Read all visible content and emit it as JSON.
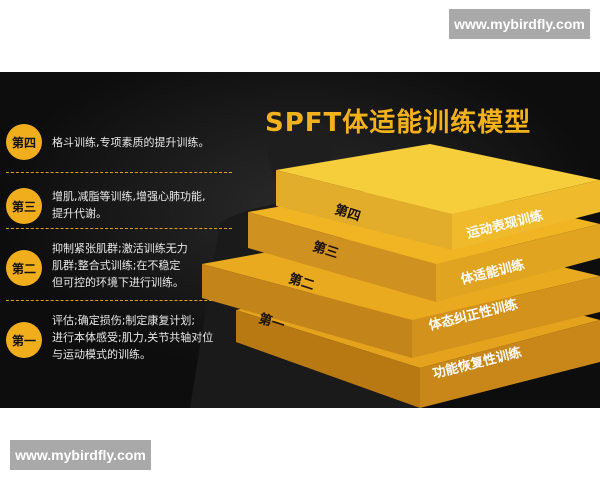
{
  "watermark": {
    "top": "www.mybirdfly.com",
    "bottom": "www.mybirdfly.com"
  },
  "poster": {
    "title": "SPFT体适能训练模型",
    "steps": [
      {
        "badge": "第四",
        "lines": [
          "格斗训练,专项素质的提升训练。"
        ]
      },
      {
        "badge": "第三",
        "lines": [
          "增肌,减脂等训练,增强心肺功能,",
          "提升代谢。"
        ]
      },
      {
        "badge": "第二",
        "lines": [
          "抑制紧张肌群;激活训练无力",
          "肌群;整合式训练;在不稳定",
          "但可控的环境下进行训练。"
        ]
      },
      {
        "badge": "第一",
        "lines": [
          "评估;确定损伤;制定康复计划;",
          "进行本体感受;肌力,关节共轴对位",
          "与运动模式的训练。"
        ]
      }
    ],
    "pyramid": [
      {
        "label": "第四",
        "name": "运动表现训练"
      },
      {
        "label": "第三",
        "name": "体适能训练"
      },
      {
        "label": "第二",
        "name": "体态纠正性训练"
      },
      {
        "label": "第一",
        "name": "功能恢复性训练"
      }
    ],
    "colors": {
      "gold": "#f3b21b",
      "dark": "#0d0d0d"
    }
  }
}
